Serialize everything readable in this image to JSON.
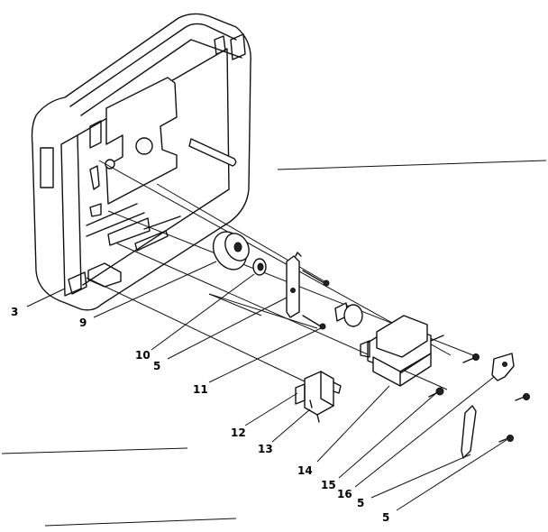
{
  "callouts": [
    {
      "label": "3"
    },
    {
      "label": "9"
    },
    {
      "label": "10"
    },
    {
      "label": "5"
    },
    {
      "label": "11"
    },
    {
      "label": "12"
    },
    {
      "label": "13"
    },
    {
      "label": "14"
    },
    {
      "label": "15"
    },
    {
      "label": "16"
    },
    {
      "label": "5"
    },
    {
      "label": "5"
    }
  ]
}
